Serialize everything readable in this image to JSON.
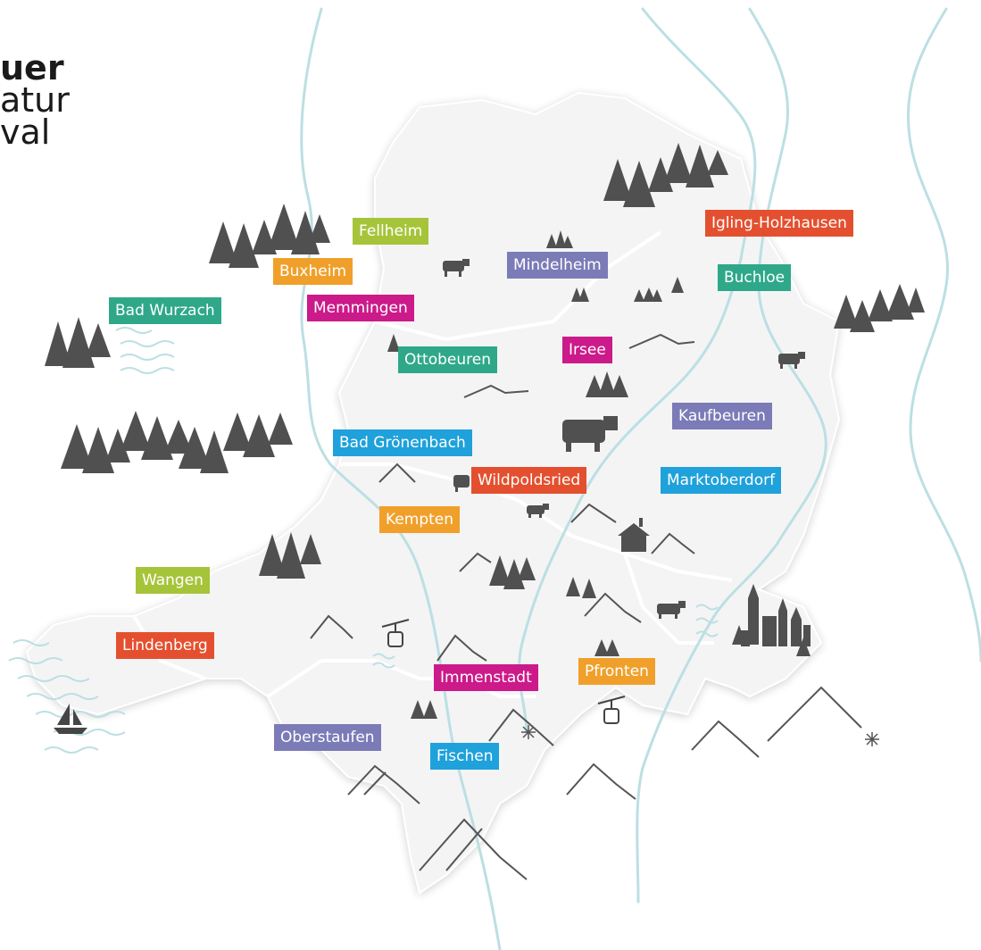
{
  "title": {
    "line1": "uer",
    "line2": "atur",
    "line3": "val"
  },
  "colors": {
    "green": "#a6c43a",
    "orange": "#f0a02a",
    "teal": "#2fa88a",
    "magenta": "#cc1a8a",
    "purple": "#7b7bb8",
    "red": "#e4502f",
    "blue": "#1fa1db",
    "river": "#bcdfe3",
    "region": "#f1f1f2",
    "icon": "#505050"
  },
  "places": [
    {
      "id": "fellheim",
      "label": "Fellheim",
      "color": "green"
    },
    {
      "id": "buxheim",
      "label": "Buxheim",
      "color": "orange"
    },
    {
      "id": "memmingen",
      "label": "Memmingen",
      "color": "magenta"
    },
    {
      "id": "bad-wurzach",
      "label": "Bad Wurzach",
      "color": "teal"
    },
    {
      "id": "mindelheim",
      "label": "Mindelheim",
      "color": "purple"
    },
    {
      "id": "igling-holzhausen",
      "label": "Igling-Holzhausen",
      "color": "red"
    },
    {
      "id": "buchloe",
      "label": "Buchloe",
      "color": "teal"
    },
    {
      "id": "ottobeuren",
      "label": "Ottobeuren",
      "color": "teal"
    },
    {
      "id": "irsee",
      "label": "Irsee",
      "color": "magenta"
    },
    {
      "id": "kaufbeuren",
      "label": "Kaufbeuren",
      "color": "purple"
    },
    {
      "id": "bad-groenenbach",
      "label": "Bad Grönenbach",
      "color": "blue"
    },
    {
      "id": "wildpoldsried",
      "label": "Wildpoldsried",
      "color": "red"
    },
    {
      "id": "marktoberdorf",
      "label": "Marktoberdorf",
      "color": "blue"
    },
    {
      "id": "kempten",
      "label": "Kempten",
      "color": "orange"
    },
    {
      "id": "wangen",
      "label": "Wangen",
      "color": "green"
    },
    {
      "id": "lindenberg",
      "label": "Lindenberg",
      "color": "red"
    },
    {
      "id": "immenstadt",
      "label": "Immenstadt",
      "color": "magenta"
    },
    {
      "id": "pfronten",
      "label": "Pfronten",
      "color": "orange"
    },
    {
      "id": "oberstaufen",
      "label": "Oberstaufen",
      "color": "purple"
    },
    {
      "id": "fischen",
      "label": "Fischen",
      "color": "blue"
    }
  ]
}
